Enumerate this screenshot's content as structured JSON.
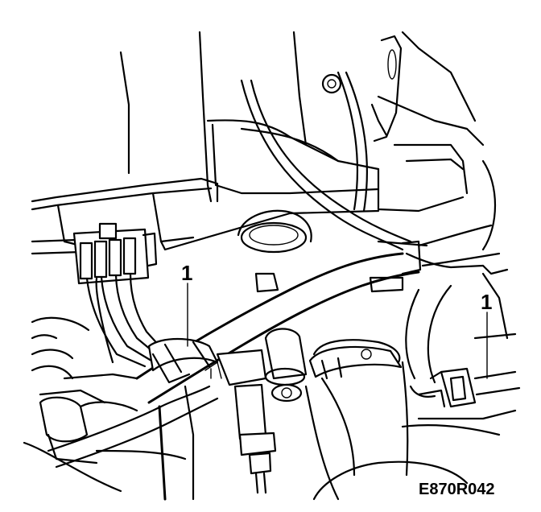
{
  "callouts": [
    {
      "label": "1"
    },
    {
      "label": "1"
    }
  ],
  "figure_code": "E870R042",
  "colors": {
    "ink": "#000000",
    "paper": "#ffffff"
  }
}
